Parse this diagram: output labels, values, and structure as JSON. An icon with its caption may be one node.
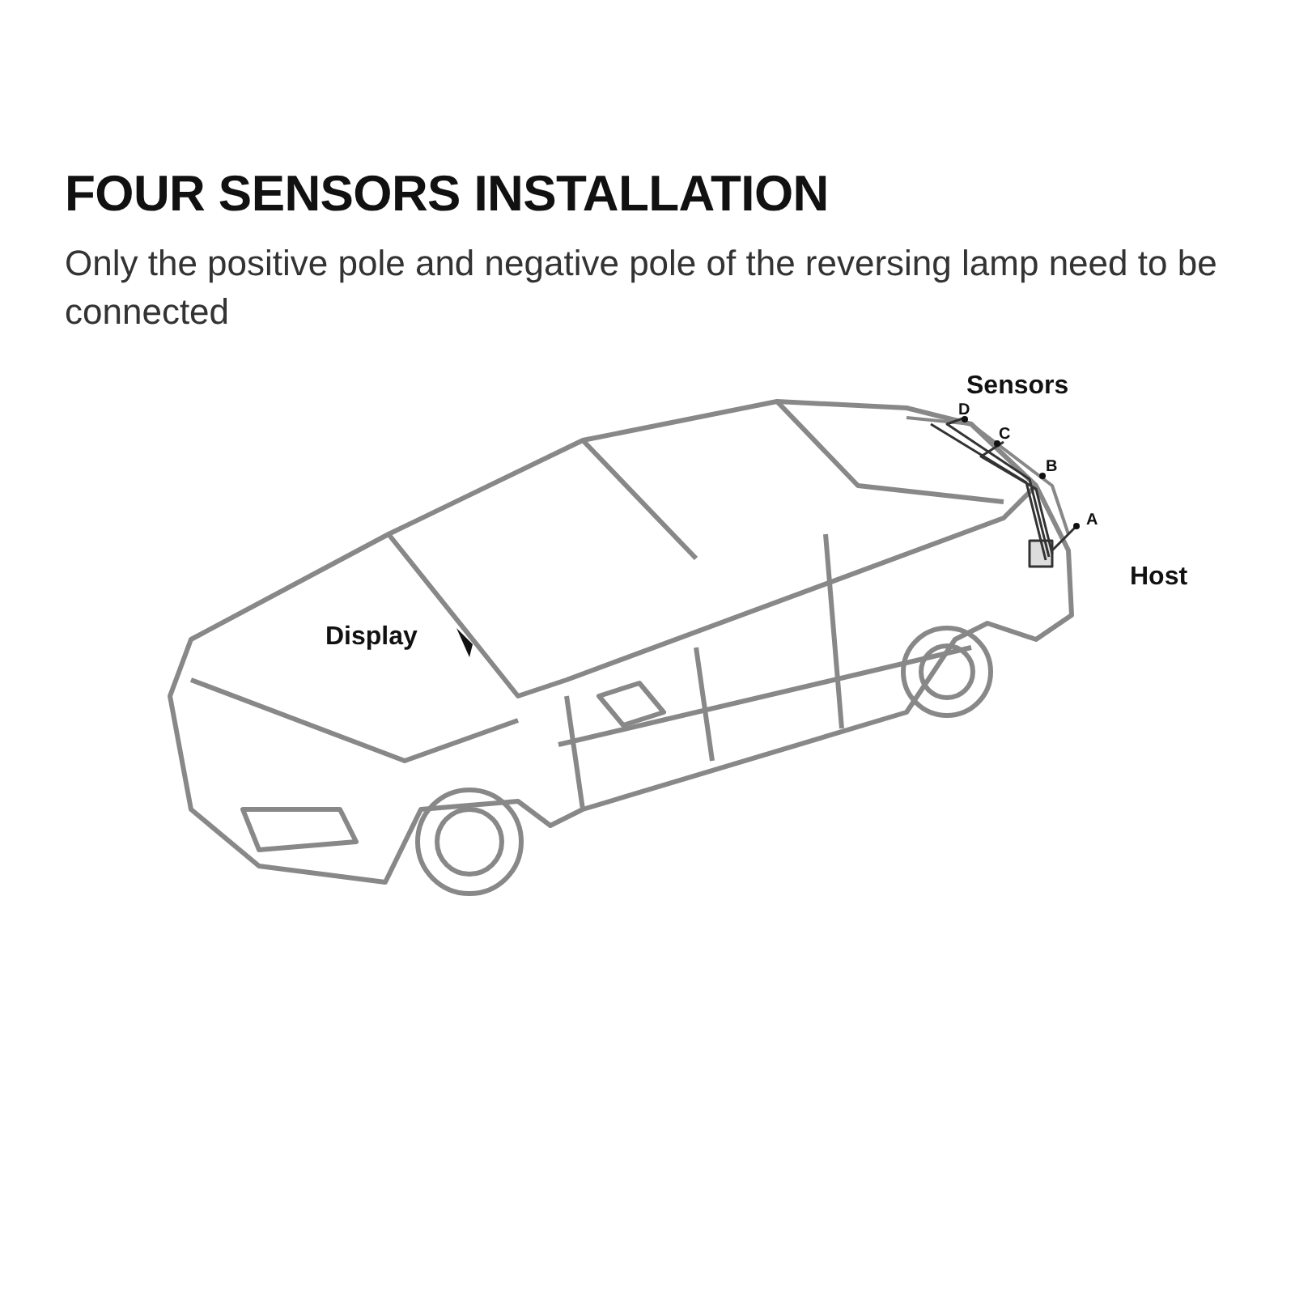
{
  "diagram": {
    "title": "FOUR SENSORS INSTALLATION",
    "caption": "Only the positive pole and negative pole of the reversing lamp need to be connected",
    "labels": [
      "Sensors",
      "D",
      "C",
      "B",
      "A",
      "Host",
      "Display"
    ]
  }
}
